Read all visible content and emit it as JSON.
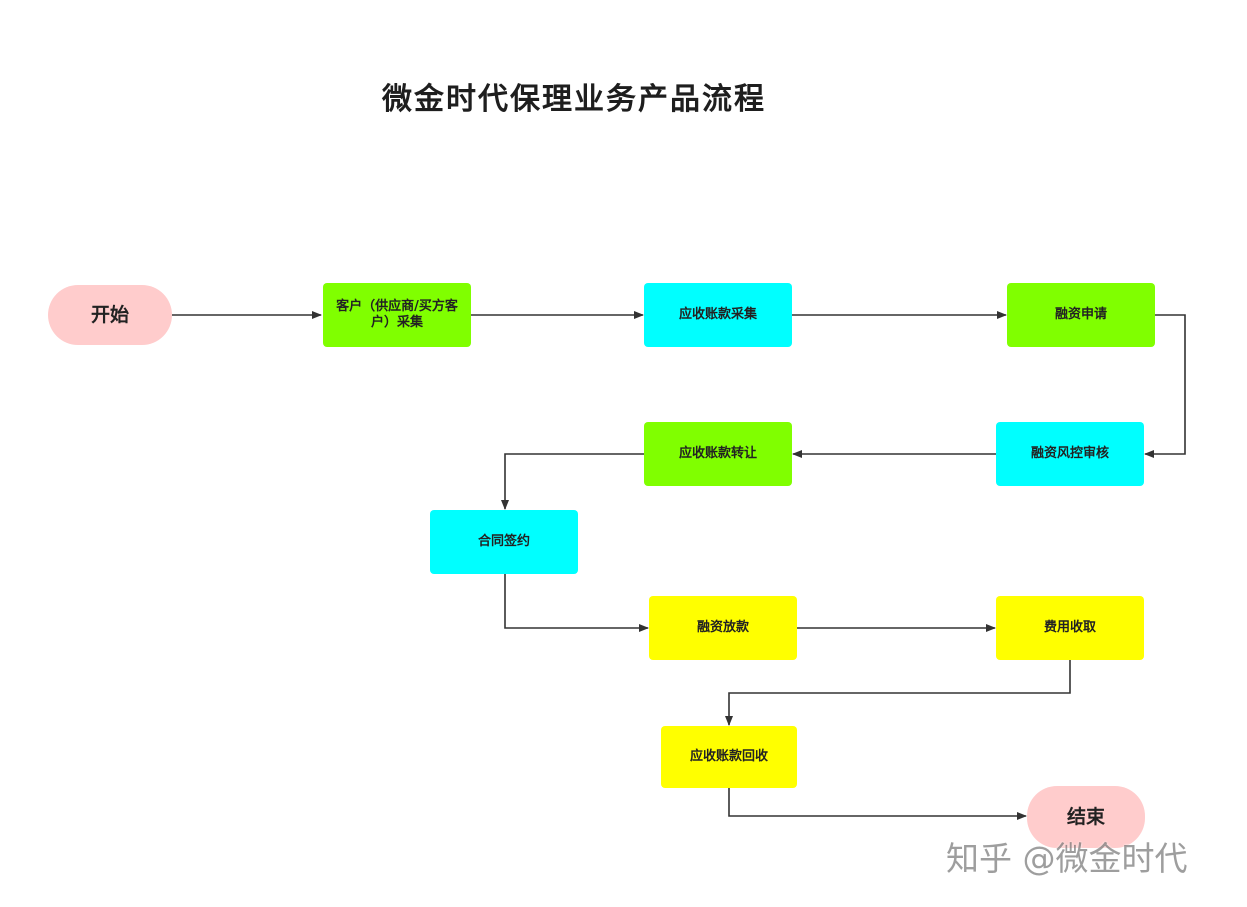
{
  "title": "微金时代保理业务产品流程",
  "nodes": {
    "start": "开始",
    "customer_collect": "客户（供应商/买方客户）采集",
    "receivable_collect": "应收账款采集",
    "financing_apply": "融资申请",
    "risk_review": "融资风控审核",
    "receivable_transfer": "应收账款转让",
    "contract_sign": "合同签约",
    "financing_loan": "融资放款",
    "fee_collect": "费用收取",
    "receivable_recover": "应收账款回收",
    "end": "结束"
  },
  "colors": {
    "green": "#80ff00",
    "cyan": "#00ffff",
    "yellow": "#ffff00",
    "pink": "#ffcccc",
    "arrow": "#333333"
  },
  "watermark": "知乎 @微金时代"
}
